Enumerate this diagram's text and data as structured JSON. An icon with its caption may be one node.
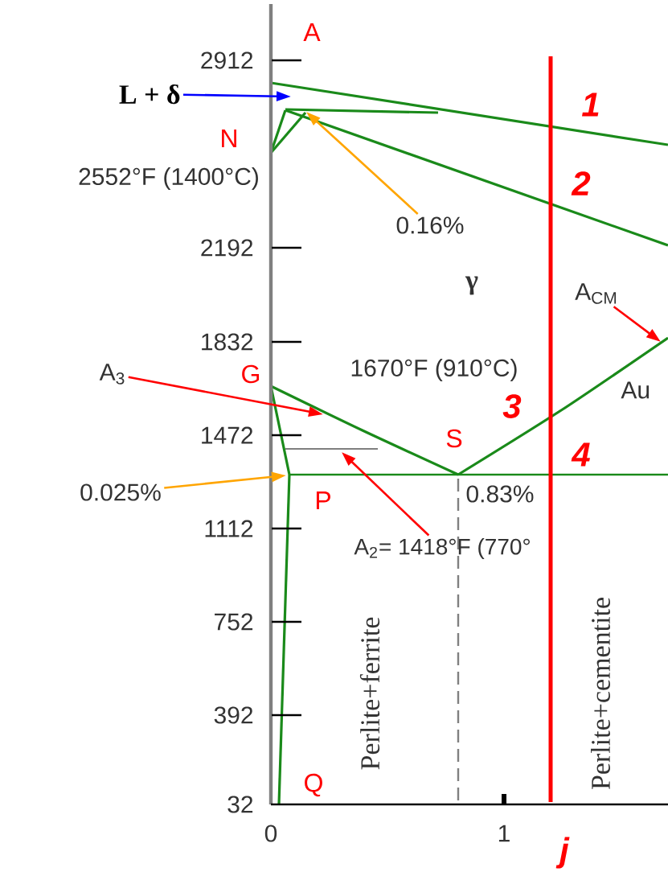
{
  "diagram": {
    "nodes": [
      {
        "text": [
          "L + δ"
        ]
      },
      {
        "text": [
          "0.16%"
        ]
      },
      {
        "text": [
          "A$_{CM}$"
        ]
      },
      {
        "text": [
          "A$_{3}$"
        ]
      },
      {
        "text": [
          "0.025%"
        ]
      },
      {
        "text": [
          "A$_{2}$= 1418°F (770°"
        ]
      }
    ],
    "edges": [
      {
        "from": 0,
        "to": null,
        "arrow": "to",
        "color": "#0000ff"
      },
      {
        "from": 1,
        "to": null,
        "arrow": "to",
        "color": "#ffa500"
      },
      {
        "from": 2,
        "to": null,
        "arrow": "to",
        "color": "#ff0000"
      },
      {
        "from": 3,
        "to": null,
        "arrow": "to",
        "color": "#ff0000"
      },
      {
        "from": 4,
        "to": null,
        "arrow": "to",
        "color": "#ffa500"
      },
      {
        "from": 5,
        "to": null,
        "arrow": "to",
        "color": "#ff0000"
      }
    ],
    "labels": [
      "A",
      "2912",
      "1",
      "N",
      "2552°F (1400°C)",
      "2",
      "2192",
      "γ",
      "1832",
      "G",
      "1670°F (910°C)",
      "Au",
      "3",
      "1472",
      "S",
      "4",
      "P",
      "0.83%",
      "1112",
      "752",
      "392",
      "Perlite+ferrite",
      "Perlite+cementite",
      "Q",
      "32",
      "0",
      "1",
      "j"
    ]
  }
}
